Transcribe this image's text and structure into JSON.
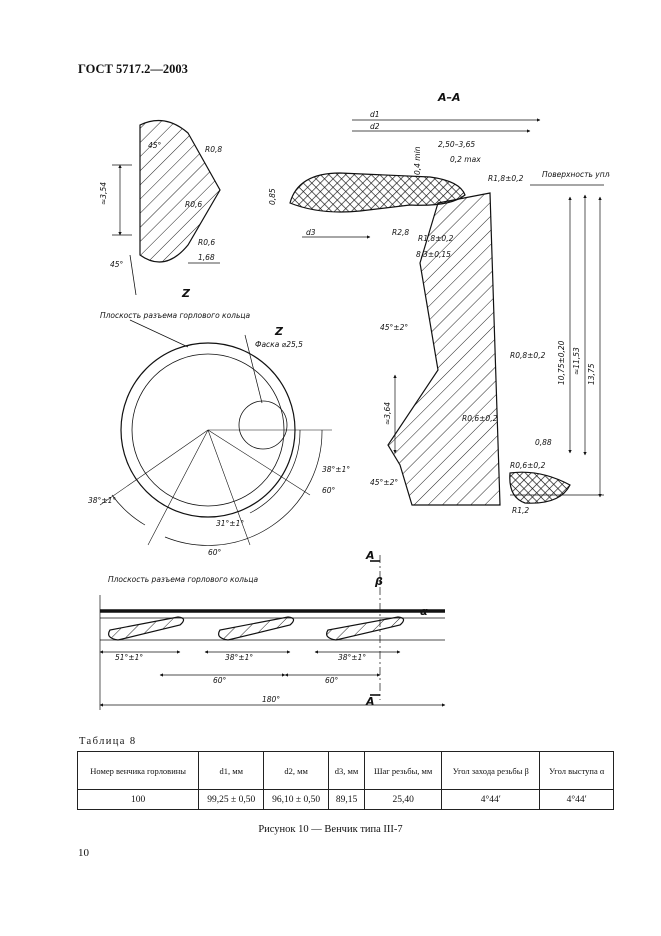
{
  "header": {
    "doc_code": "ГОСТ 5717.2—2003"
  },
  "drawing": {
    "section_label": "А–А",
    "view_label": "Z",
    "arrow_label": "А",
    "beta_symbol": "β",
    "alpha_symbol": "α",
    "labels": {
      "d1": "d1",
      "d2": "d2",
      "d3": "d3",
      "r08": "R0,8",
      "r06": "R0,6",
      "r06b": "R0,6",
      "ang45": "45°",
      "ang45b": "45°",
      "dim354": "≈3,54",
      "dim168": "1,68",
      "plane_note_top": "Плоскость разъема горлового кольца",
      "z_note": "Фаска ⌀25,5",
      "ang38a": "38°±1°",
      "ang60a": "60°",
      "ang38b": "38°±1°",
      "ang31": "31°±1°",
      "ang60b": "60°",
      "dim250": "2,50–3,65",
      "dim02": "0,2 max",
      "dim04": "0,4 min",
      "dim085": "0,85",
      "r18": "R1,8±0,2",
      "r28": "R2,8",
      "r18b": "R1,8±0,2",
      "dim83": "8,3±0,15",
      "surface_note": "Поверхность уплотнения",
      "ang45c": "45°±2°",
      "r08b": "R0,8±0,2",
      "dim364": "≈3,64",
      "r06c": "R0,6±0,2",
      "dim088": "0,88",
      "r06d": "R0,6±0,2",
      "ang45d": "45°±2°",
      "r12": "R1,2",
      "dim1075": "10,75±0,20",
      "dim1153": "≈11,53",
      "dim1375": "13,75",
      "plane_note_bottom": "Плоскость разъема горлового кольца",
      "ang51": "51°±1°",
      "ang38c": "38°±1°",
      "ang38d": "38°±1°",
      "ang60c": "60°",
      "ang60d": "60°",
      "ang180": "180°"
    }
  },
  "table": {
    "caption": "Таблица 8",
    "headers": [
      "Номер венчика горловины",
      "d1, мм",
      "d2, мм",
      "d3, мм",
      "Шаг резьбы, мм",
      "Угол захода резьбы β",
      "Угол выступа α"
    ],
    "rows": [
      [
        "100",
        "99,25 ± 0,50",
        "96,10 ± 0,50",
        "89,15",
        "25,40",
        "4°44′",
        "4°44′"
      ]
    ]
  },
  "figure_caption": "Рисунок 10 — Венчик типа III-7",
  "page_number": "10"
}
